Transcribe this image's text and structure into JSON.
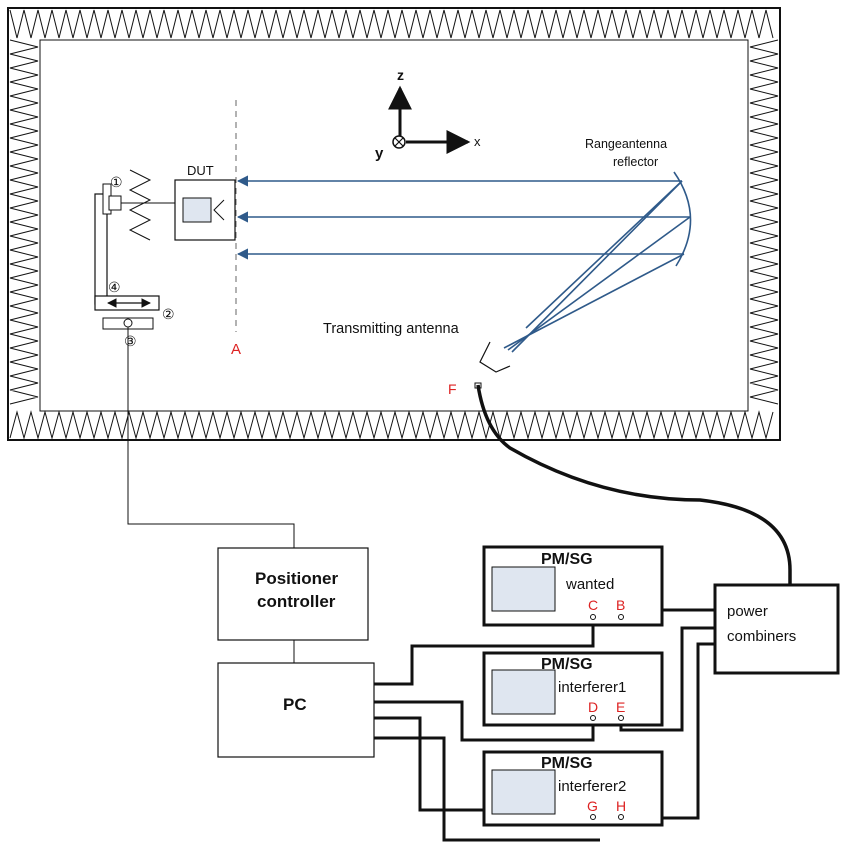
{
  "chamber": {
    "dut_label": "DUT",
    "reference_point_label": "A",
    "feed_point_label": "F",
    "range_antenna_label_line1": "Rangeantenna",
    "range_antenna_label_line2": "reflector",
    "transmitting_antenna_label": "Transmitting antenna",
    "axes": {
      "z": "z",
      "y": "y",
      "x": "x"
    },
    "positioner_markers": [
      "①",
      "②",
      "③",
      "④"
    ]
  },
  "positioner_controller": {
    "line1": "Positioner",
    "line2": "controller"
  },
  "pc": {
    "label": "PC"
  },
  "signal_generators": [
    {
      "title": "PM/SG",
      "role": "wanted",
      "port_left": "C",
      "port_right": "B"
    },
    {
      "title": "PM/SG",
      "role": "interferer1",
      "port_left": "D",
      "port_right": "E"
    },
    {
      "title": "PM/SG",
      "role": "interferer2",
      "port_left": "G",
      "port_right": "H"
    }
  ],
  "power_combiners": {
    "line1": "power",
    "line2": "combiners"
  },
  "colors": {
    "line": "#111111",
    "red_label": "#dd2222",
    "screen": "#dfe6f0",
    "arrow": "#2f5a8a"
  }
}
